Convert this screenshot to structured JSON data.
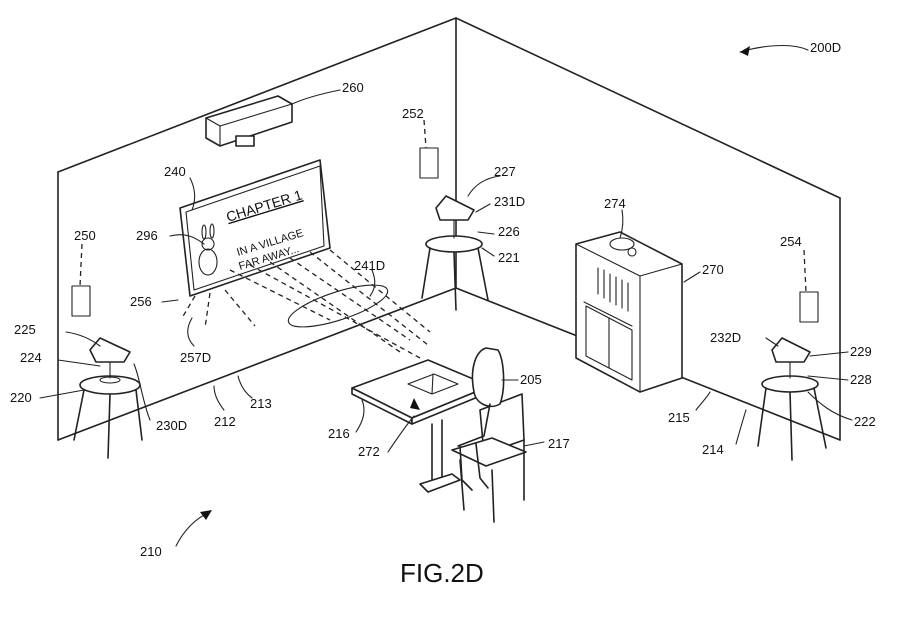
{
  "figure": {
    "caption": "FIG.2D",
    "screen_text": {
      "heading": "CHAPTER 1",
      "line1": "IN A VILLAGE",
      "line2": "FAR AWAY..."
    },
    "labels": {
      "l200D": "200D",
      "l260": "260",
      "l252": "252",
      "l240": "240",
      "l227": "227",
      "l231D": "231D",
      "l226": "226",
      "l221": "221",
      "l296": "296",
      "l250": "250",
      "l241D": "241D",
      "l274": "274",
      "l270": "270",
      "l254": "254",
      "l256": "256",
      "l225": "225",
      "l224": "224",
      "l257D": "257D",
      "l220": "220",
      "l230D": "230D",
      "l212": "212",
      "l213": "213",
      "l205": "205",
      "l232D": "232D",
      "l229": "229",
      "l228": "228",
      "l222": "222",
      "l215": "215",
      "l214": "214",
      "l216": "216",
      "l272": "272",
      "l217": "217",
      "l210": "210"
    }
  }
}
